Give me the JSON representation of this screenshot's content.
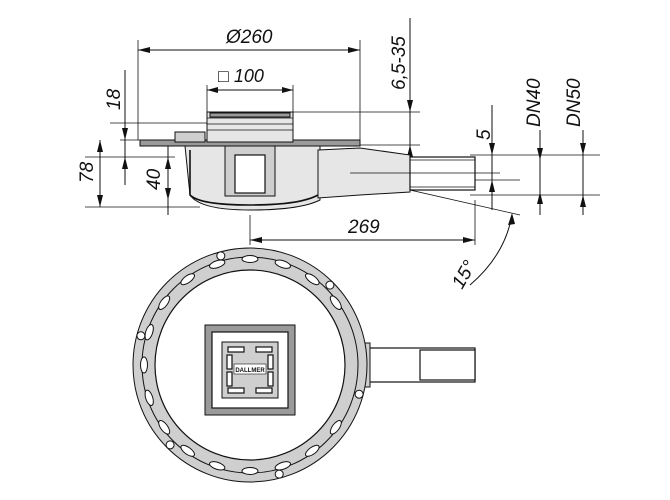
{
  "labels": {
    "diameter": "Ø260",
    "square": "□ 100",
    "height_range": "6,5-35",
    "h18": "18",
    "h78": "78",
    "h40": "40",
    "h5": "5",
    "dn40": "DN40",
    "dn50": "DN50",
    "length": "269",
    "angle": "15°"
  },
  "logo_text": "DALLMER"
}
